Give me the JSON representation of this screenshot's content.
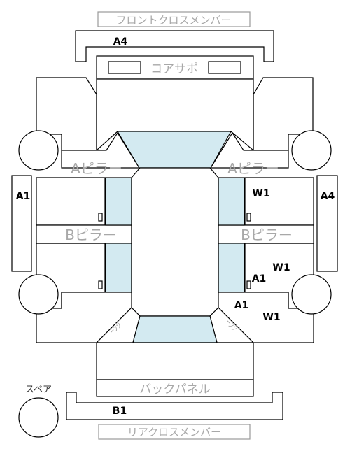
{
  "labels": {
    "front_cross_member": "フロントクロスメンバー",
    "core_support": "コアサポ",
    "a_pillar": "Aピラー",
    "b_pillar": "Bピラー",
    "back_panel": "バックパネル",
    "rear_cross_member": "リアクロスメンバー",
    "spare": "スペア",
    "trunk_hinge": "ｰﾝｼﾞ"
  },
  "ratings": {
    "front_cross": "A4",
    "left_side": "A1",
    "right_side": "A4",
    "right_upper": "W1",
    "right_mid_w": "W1",
    "right_mid_a": "A1",
    "right_low_a": "A1",
    "right_low_w": "W1",
    "rear_cross": "B1"
  },
  "colors": {
    "glass": "#d3eaf1",
    "gray_text": "#a8a8a8",
    "line": "#000000"
  }
}
